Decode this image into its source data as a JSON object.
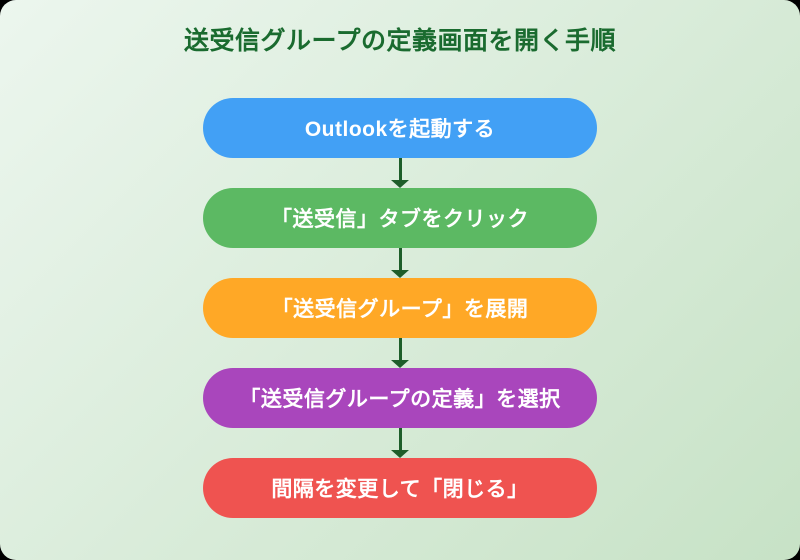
{
  "page": {
    "title": "送受信グループの定義画面を開く手順",
    "title_color": "#1a6b2f",
    "arrow_color": "#1e5e2a",
    "background_gradient_start": "#ecf6ee",
    "background_gradient_end": "#c7e2c6"
  },
  "flowchart": {
    "steps": [
      {
        "label": "Outlookを起動する",
        "color": "#42a0f5"
      },
      {
        "label": "「送受信」タブをクリック",
        "color": "#5cb963"
      },
      {
        "label": "「送受信グループ」を展開",
        "color": "#ffa826"
      },
      {
        "label": "「送受信グループの定義」を選択",
        "color": "#a946bc"
      },
      {
        "label": "間隔を変更して「閉じる」",
        "color": "#ef5350"
      }
    ]
  }
}
